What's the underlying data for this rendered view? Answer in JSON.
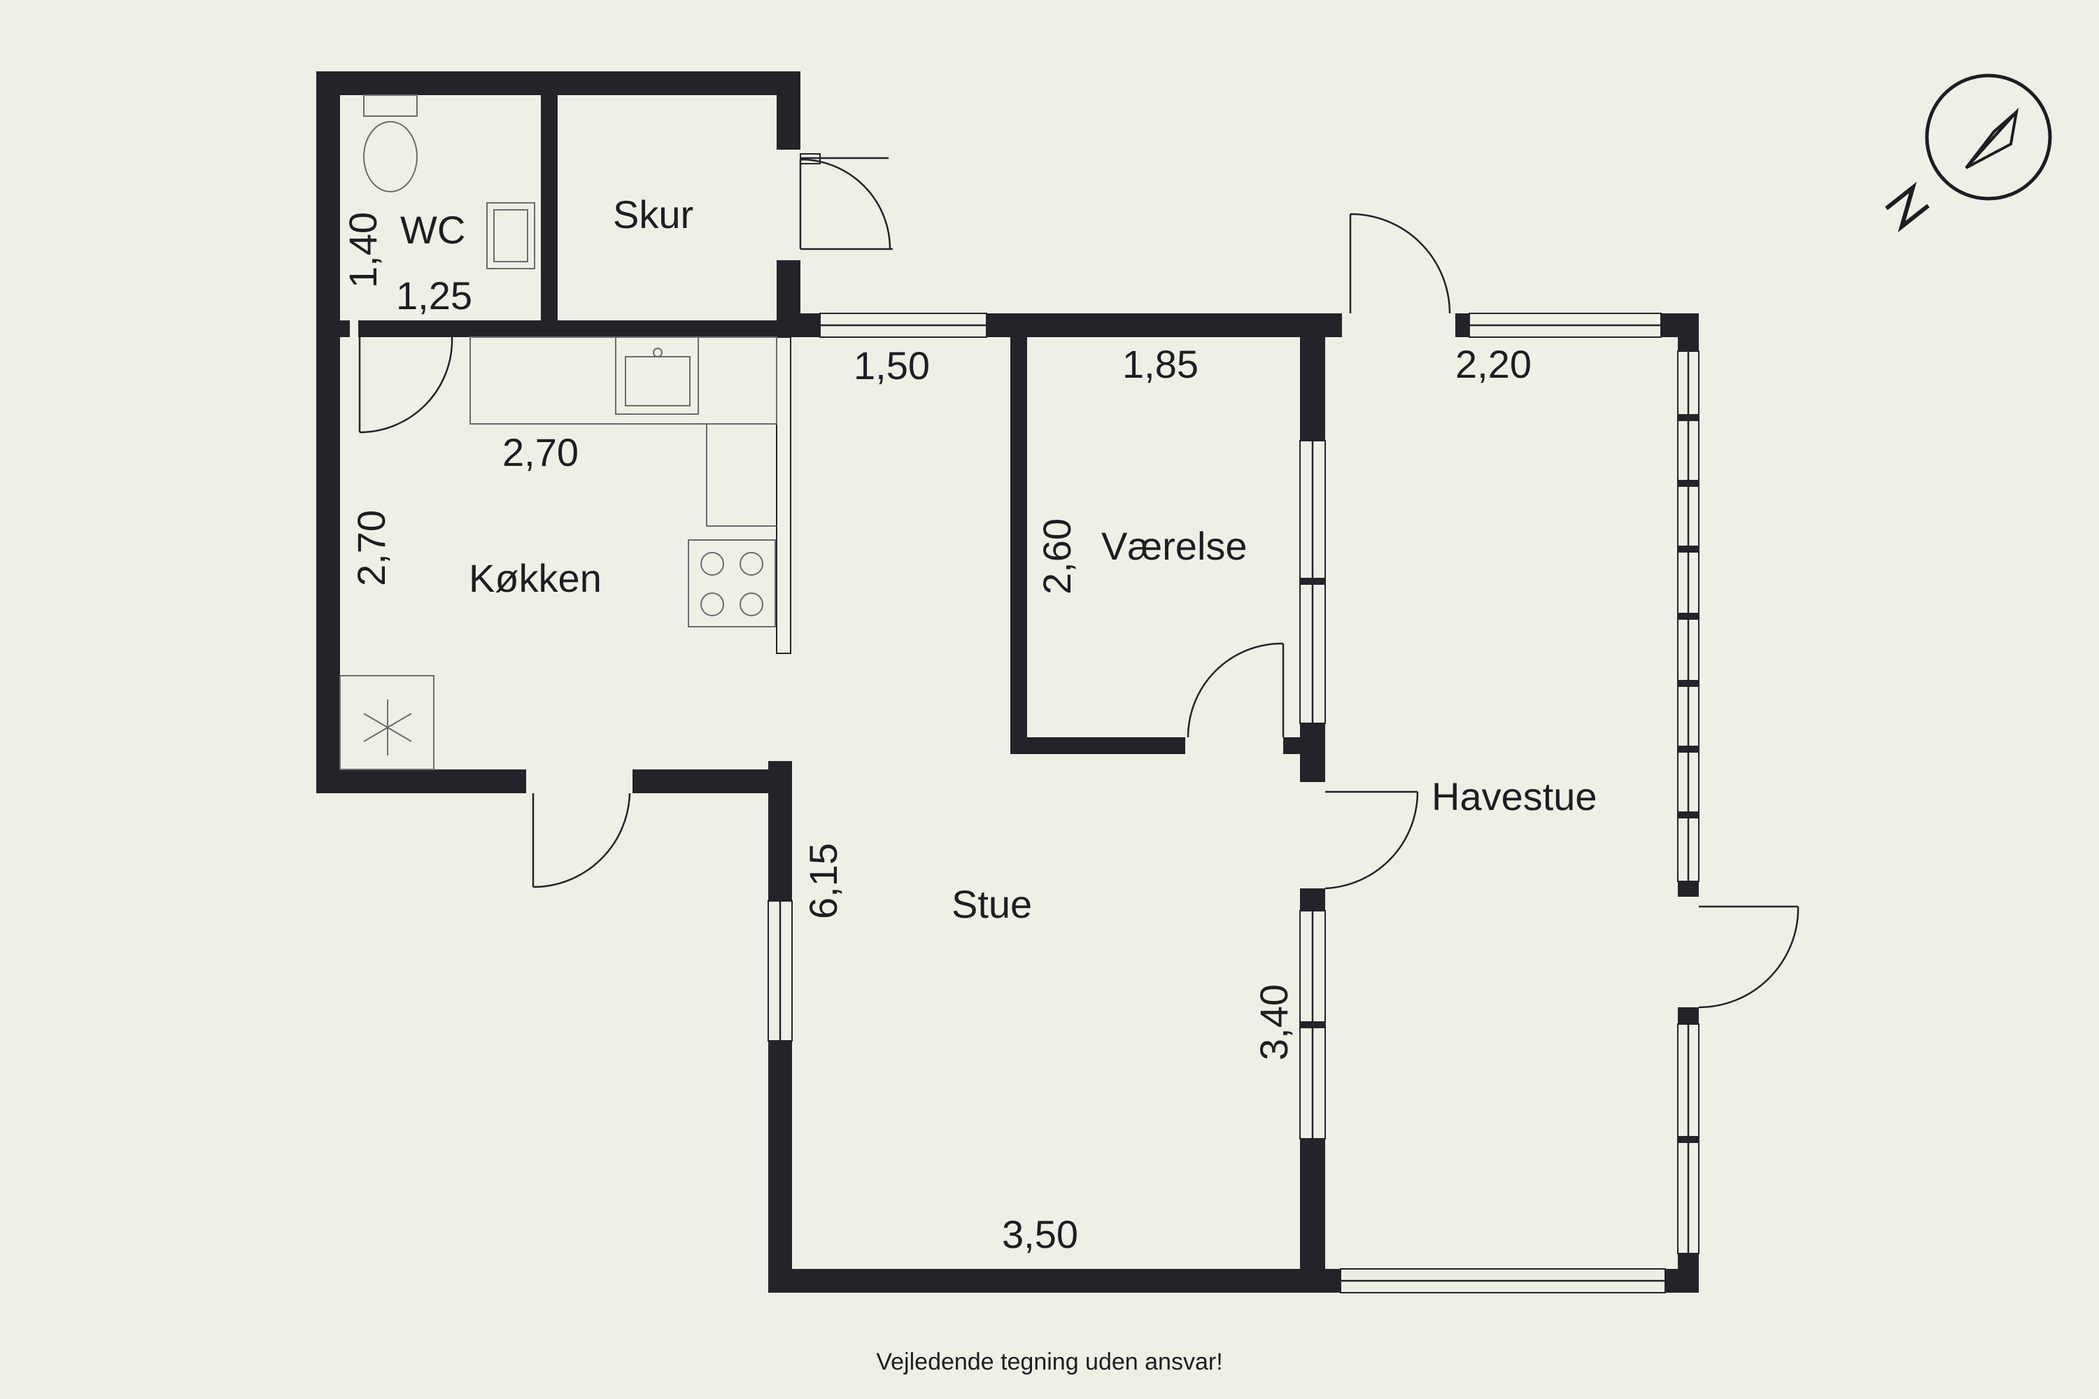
{
  "rooms": {
    "wc": "WC",
    "skur": "Skur",
    "kokken": "Køkken",
    "vaerelse": "Værelse",
    "stue": "Stue",
    "havestue": "Havestue"
  },
  "dimensions": {
    "wc_height": "1,40",
    "wc_width": "1,25",
    "kitchen_top": "2,70",
    "kitchen_side": "2,70",
    "hall_top": "1,50",
    "vaerelse_top": "1,85",
    "vaerelse_side": "2,60",
    "havestue_top": "2,20",
    "stue_side": "6,15",
    "stue_bottom": "3,50",
    "havestue_side": "3,40"
  },
  "compass": {
    "label": "N",
    "icon": "compass-icon"
  },
  "disclaimer": "Vejledende tegning uden ansvar!",
  "colors": {
    "background": "#f0efe6",
    "wall": "#25232a"
  }
}
